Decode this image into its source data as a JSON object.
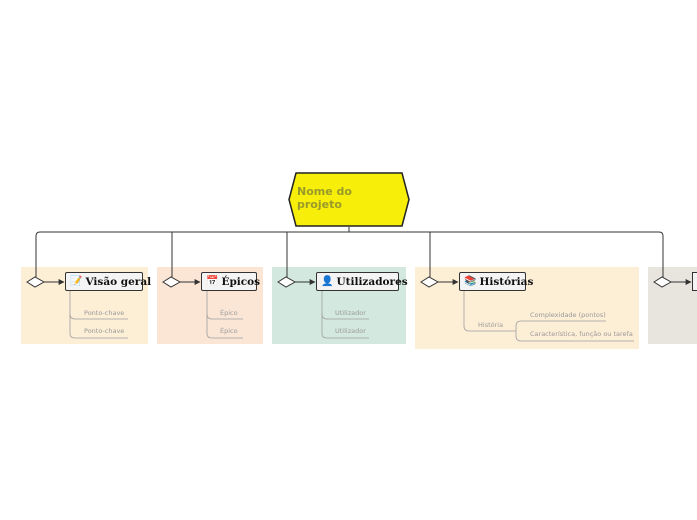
{
  "root": {
    "line1": "Nome do",
    "line2": "projeto"
  },
  "colors": {
    "root_fill": "#f7ee0a",
    "region_overview": "#fdeed6",
    "region_epics": "#fbe6d6",
    "region_users": "#d3e8de",
    "region_stories": "#fdeed6",
    "region_extra": "#e8e4de"
  },
  "topics": {
    "overview": {
      "icon": "notepad-icon",
      "label": "Visão geral",
      "items": [
        "Ponto-chave",
        "Ponto-chave"
      ]
    },
    "epics": {
      "icon": "calendar-icon",
      "label": "Épicos",
      "items": [
        "Épico",
        "Épico"
      ]
    },
    "users": {
      "icon": "user-icon",
      "label": "Utilizadores",
      "items": [
        "Utilizador",
        "Utilizador"
      ]
    },
    "stories": {
      "icon": "books-icon",
      "label": "Histórias",
      "story": "História",
      "details": [
        "Complexidade (pontos)",
        "Característica, função ou tarefa"
      ]
    }
  }
}
